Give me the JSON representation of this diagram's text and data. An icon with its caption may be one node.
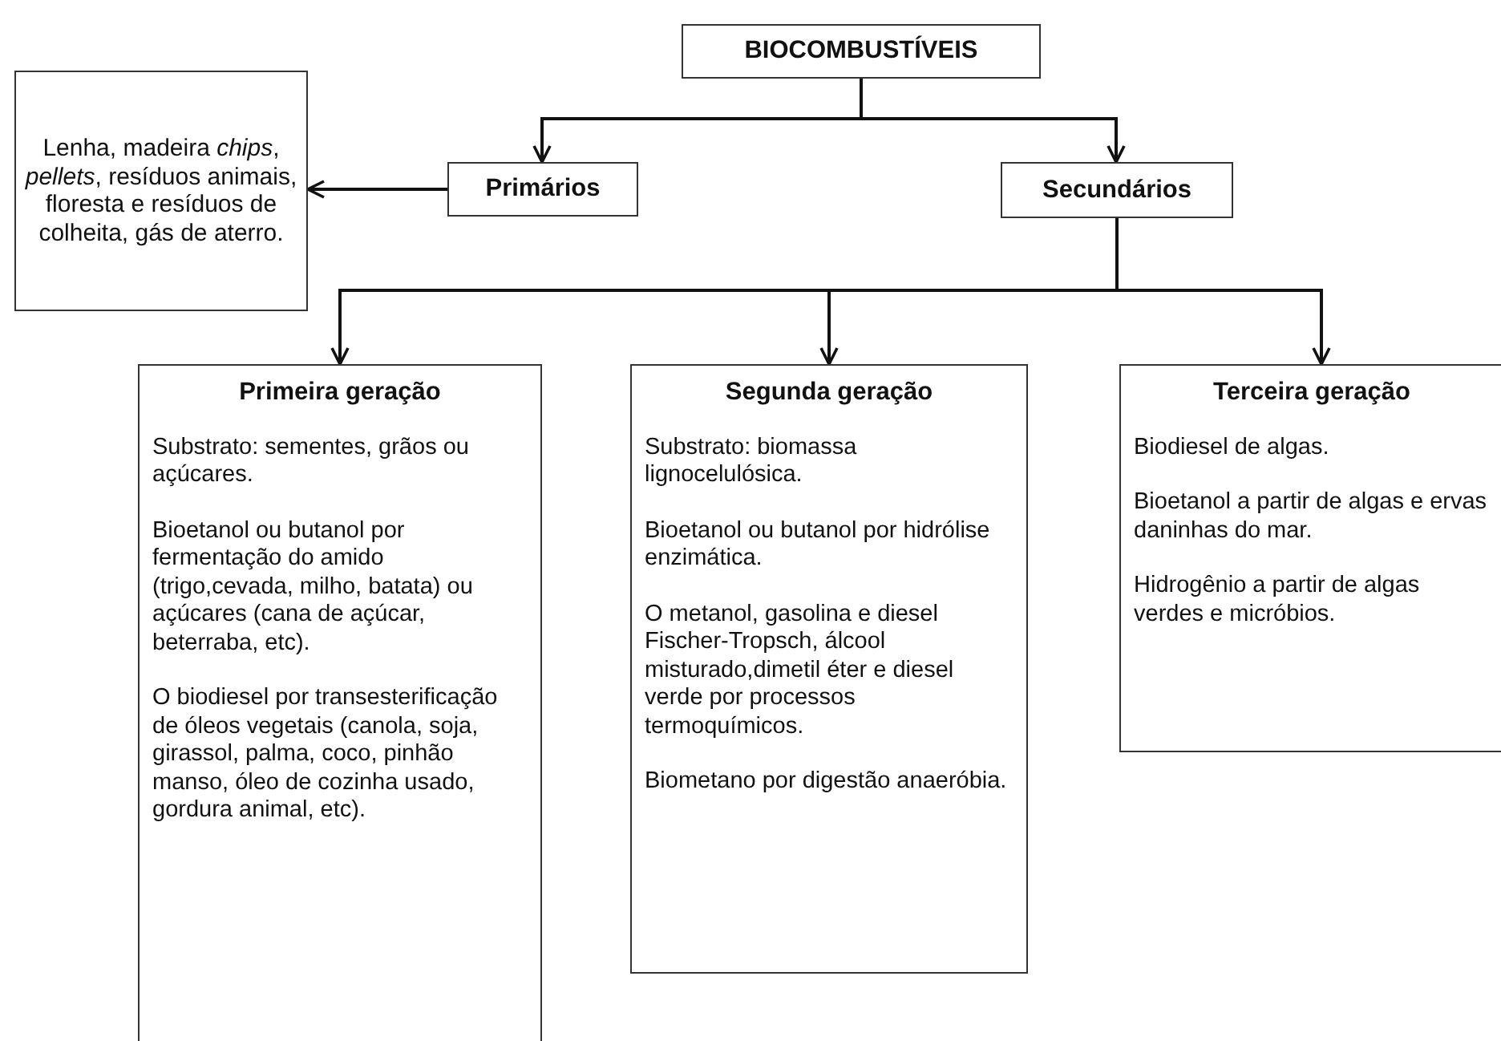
{
  "diagram": {
    "nodes": [
      {
        "text": [
          "BIOCOMBUSTÍVEIS"
        ]
      },
      {
        "text": [
          "Primários"
        ]
      },
      {
        "text": [
          "Secundários"
        ]
      },
      {
        "text": [
          "Lenha, madeira *chips*, *pellets*, resíduos animais, floresta e resíduos de colheita, gás de aterro."
        ]
      },
      {
        "text": [
          "Primeira geração",
          "Substrato: sementes, grãos ou açúcares.",
          "Bioetanol ou butanol por fermentação do amido (trigo,cevada, milho, batata) ou açúcares (cana de açúcar, beterraba, etc).",
          "O biodiesel por transesterificação de óleos vegetais (canola, soja, girassol, palma, coco, pinhão manso, óleo de cozinha usado, gordura animal, etc)."
        ]
      },
      {
        "text": [
          "Segunda geração",
          "Substrato: biomassa lignocelulósica.",
          "Bioetanol ou  butanol por hidrólise enzimática.",
          "O metanol, gasolina e diesel Fischer-Tropsch, álcool misturado,dimetil éter e diesel verde por processos  termoquímicos.",
          "Biometano por digestão anaeróbia."
        ]
      },
      {
        "text": [
          "Terceira geração",
          "Biodiesel de algas.",
          "Bioetanol a partir de algas e ervas daninhas do mar.",
          "Hidrogênio a partir de algas verdes e micróbios."
        ]
      }
    ],
    "edges": [
      {
        "from": 0,
        "to": 1,
        "arrow": "to"
      },
      {
        "from": 0,
        "to": 2,
        "arrow": "to"
      },
      {
        "from": 1,
        "to": 3,
        "arrow": "to"
      },
      {
        "from": 2,
        "to": 4,
        "arrow": "to"
      },
      {
        "from": 2,
        "to": 5,
        "arrow": "to"
      },
      {
        "from": 2,
        "to": 6,
        "arrow": "to"
      }
    ]
  }
}
